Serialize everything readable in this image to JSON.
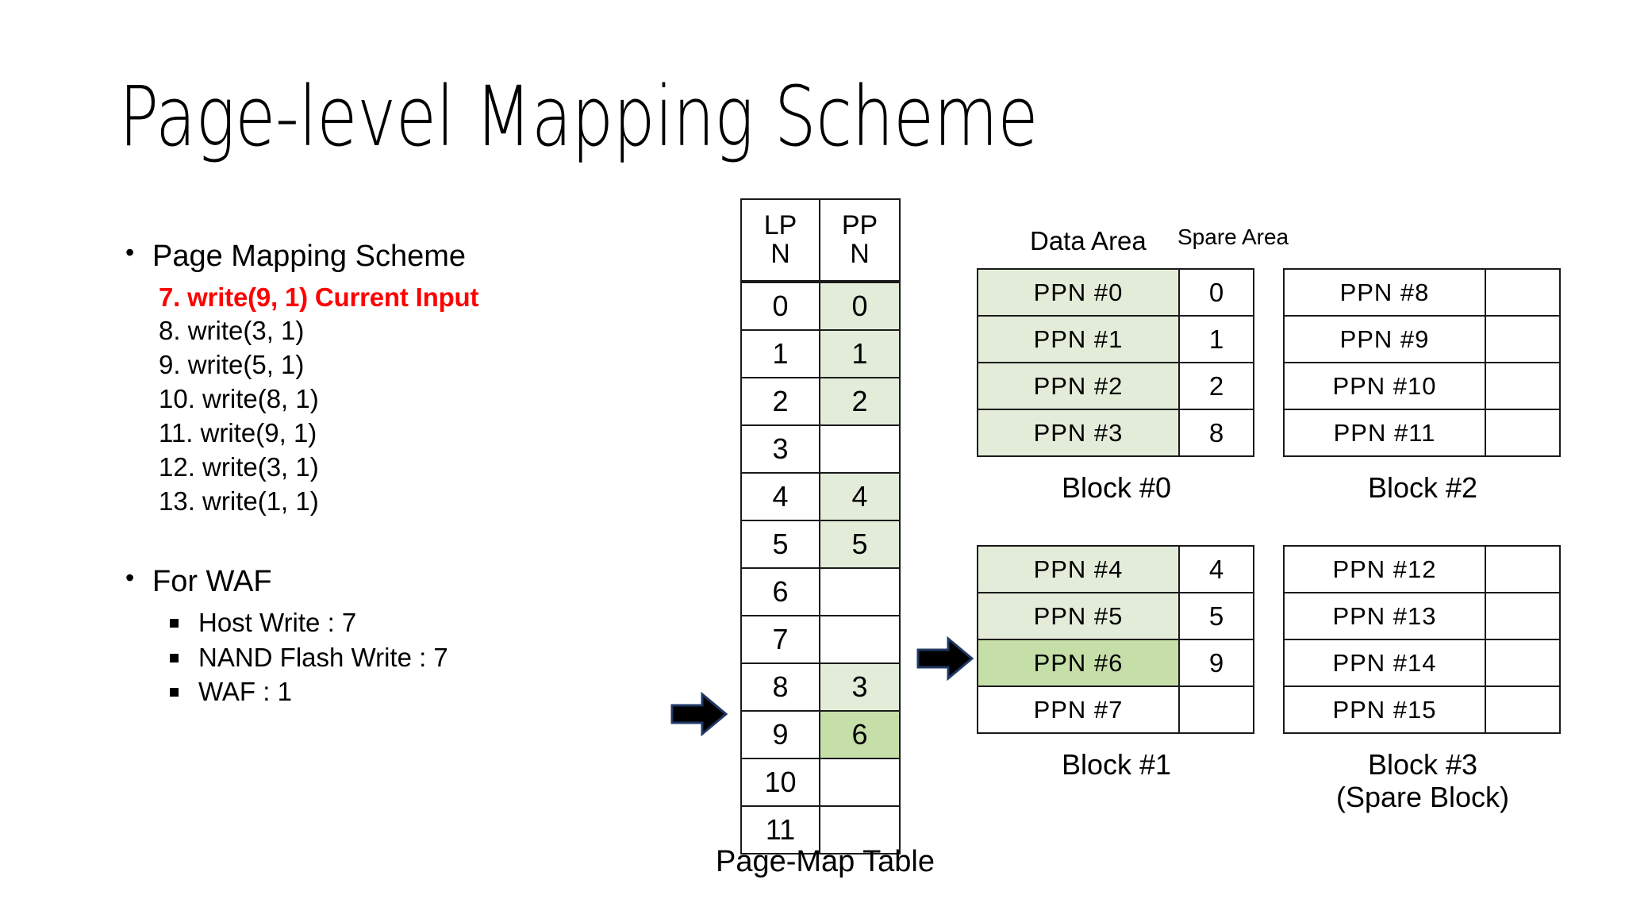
{
  "slide": {
    "title": "Page-level Mapping Scheme"
  },
  "left": {
    "heading": "Page Mapping Scheme",
    "steps": [
      {
        "text": "7. write(9, 1) Current Input",
        "current": true
      },
      {
        "text": "8. write(3, 1)",
        "current": false
      },
      {
        "text": "9. write(5, 1)",
        "current": false
      },
      {
        "text": "10. write(8, 1)",
        "current": false
      },
      {
        "text": "11. write(9, 1)",
        "current": false
      },
      {
        "text": "12. write(3, 1)",
        "current": false
      },
      {
        "text": "13. write(1, 1)",
        "current": false
      }
    ],
    "waf_heading": "For WAF",
    "waf_items": [
      "Host Write : 7",
      "NAND Flash Write : 7",
      "WAF : 1"
    ]
  },
  "page_map_table": {
    "caption": "Page-Map Table",
    "headers": {
      "lpn_line1": "LP",
      "lpn_line2": "N",
      "ppn_line1": "PP",
      "ppn_line2": "N"
    },
    "rows": [
      {
        "lpn": "0",
        "ppn": "0",
        "fill": "light"
      },
      {
        "lpn": "1",
        "ppn": "1",
        "fill": "light"
      },
      {
        "lpn": "2",
        "ppn": "2",
        "fill": "light"
      },
      {
        "lpn": "3",
        "ppn": "",
        "fill": "none"
      },
      {
        "lpn": "4",
        "ppn": "4",
        "fill": "light"
      },
      {
        "lpn": "5",
        "ppn": "5",
        "fill": "light"
      },
      {
        "lpn": "6",
        "ppn": "",
        "fill": "none"
      },
      {
        "lpn": "7",
        "ppn": "",
        "fill": "none"
      },
      {
        "lpn": "8",
        "ppn": "3",
        "fill": "light"
      },
      {
        "lpn": "9",
        "ppn": "6",
        "fill": "dark"
      },
      {
        "lpn": "10",
        "ppn": "",
        "fill": "none"
      },
      {
        "lpn": "11",
        "ppn": "",
        "fill": "none"
      }
    ]
  },
  "area_labels": {
    "data_area": "Data Area",
    "spare_area": "Spare Area"
  },
  "blocks": [
    {
      "id": "block0",
      "caption": "Block #0",
      "caption2": "",
      "rows": [
        {
          "page": "PPN  #0",
          "spare": "0",
          "fill": "light"
        },
        {
          "page": "PPN  #1",
          "spare": "1",
          "fill": "light"
        },
        {
          "page": "PPN  #2",
          "spare": "2",
          "fill": "light"
        },
        {
          "page": "PPN  #3",
          "spare": "8",
          "fill": "light"
        }
      ]
    },
    {
      "id": "block2",
      "caption": "Block #2",
      "caption2": "",
      "rows": [
        {
          "page": "PPN  #8",
          "spare": "",
          "fill": "none"
        },
        {
          "page": "PPN  #9",
          "spare": "",
          "fill": "none"
        },
        {
          "page": "PPN  #10",
          "spare": "",
          "fill": "none"
        },
        {
          "page": "PPN  #11",
          "spare": "",
          "fill": "none"
        }
      ]
    },
    {
      "id": "block1",
      "caption": "Block #1",
      "caption2": "",
      "rows": [
        {
          "page": "PPN  #4",
          "spare": "4",
          "fill": "light"
        },
        {
          "page": "PPN  #5",
          "spare": "5",
          "fill": "light"
        },
        {
          "page": "PPN  #6",
          "spare": "9",
          "fill": "dark"
        },
        {
          "page": "PPN  #7",
          "spare": "",
          "fill": "none"
        }
      ]
    },
    {
      "id": "block3",
      "caption": "Block #3",
      "caption2": "(Spare Block)",
      "rows": [
        {
          "page": "PPN  #12",
          "spare": "",
          "fill": "none"
        },
        {
          "page": "PPN  #13",
          "spare": "",
          "fill": "none"
        },
        {
          "page": "PPN  #14",
          "spare": "",
          "fill": "none"
        },
        {
          "page": "PPN  #15",
          "spare": "",
          "fill": "none"
        }
      ]
    }
  ],
  "arrows": [
    {
      "name": "arrow-to-table",
      "points_to": "LPN 9 row"
    },
    {
      "name": "arrow-to-block1",
      "points_to": "PPN #6 page"
    }
  ],
  "colors": {
    "highlight_light": "#e3ecd9",
    "highlight_dark": "#c6dfa9",
    "current_input_red": "#FF0000",
    "border": "#1a1a1a"
  }
}
